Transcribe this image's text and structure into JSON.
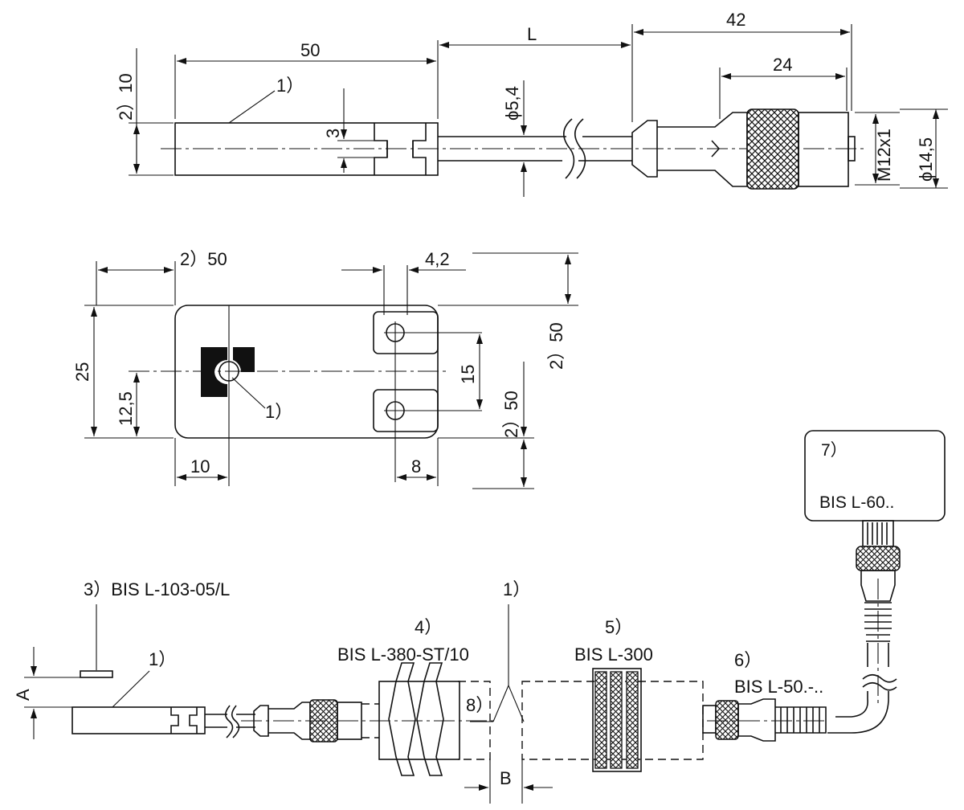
{
  "dims": {
    "top_50": "50",
    "top_L": "L",
    "top_42": "42",
    "top_24": "24",
    "top_note2_10": "2）10",
    "top_note1": "1）",
    "top_3": "3",
    "top_dia54": "ϕ5,4",
    "top_m12": "M12x1",
    "top_dia145": "ϕ14,5",
    "mid_note2_50": "2）50",
    "mid_42": "4,2",
    "mid_right_50": "2）50",
    "mid_25": "25",
    "mid_125": "12,5",
    "mid_15": "15",
    "mid_note1": "1）",
    "mid_lower_50": "2）50",
    "mid_10": "10",
    "mid_8": "8",
    "asm_A": "A",
    "asm_B": "B",
    "asm_note8": "8）"
  },
  "labels": {
    "note3": "3）BIS L-103-05/L",
    "note1_left": "1）",
    "note4_num": "4）",
    "note4_text": "BIS L-380-ST/10",
    "note1_center": "1）",
    "note5_num": "5）",
    "note5_text": "BIS L-300",
    "note6_num": "6）",
    "note6_text": "BIS L-50.-..",
    "note7_num": "7）",
    "note7_text": "BIS L-60.."
  }
}
